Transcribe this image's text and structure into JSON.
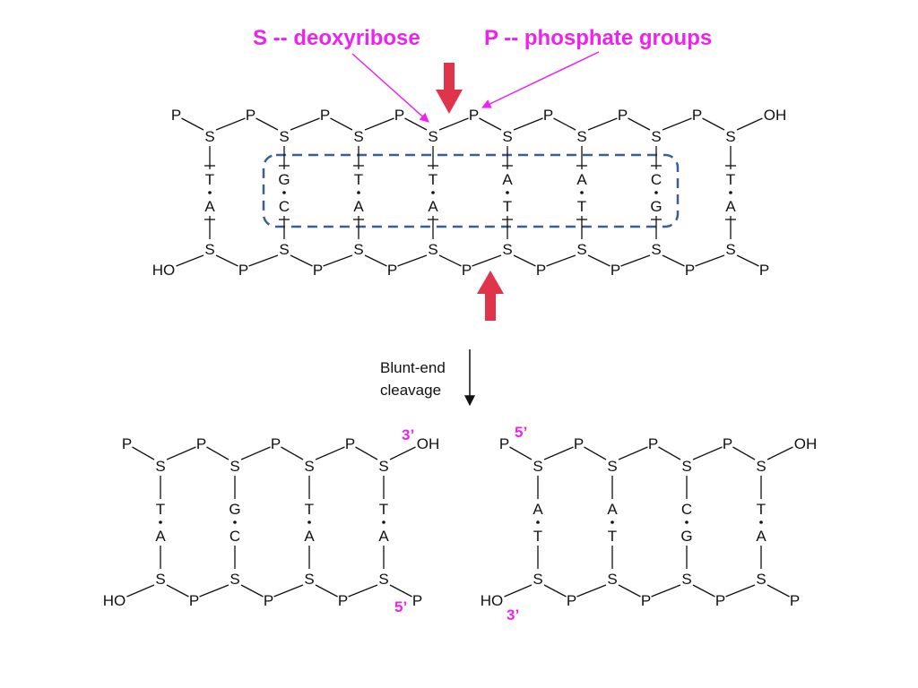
{
  "colors": {
    "annotation": "#ee22ee",
    "cut_arrow": "#e0344a",
    "box": "#3a5f96",
    "ink": "#111111"
  },
  "legend": {
    "s_label": "S -- deoxyribose",
    "p_label": "P -- phosphate groups"
  },
  "atoms": {
    "sugar": "S",
    "phosphate": "P",
    "hydroxyl": "OH",
    "hydroxyl_left": "HO"
  },
  "original": {
    "top_bases": [
      "T",
      "G",
      "T",
      "T",
      "A",
      "A",
      "C",
      "T"
    ],
    "bottom_bases": [
      "A",
      "C",
      "A",
      "A",
      "T",
      "T",
      "G",
      "A"
    ]
  },
  "process": {
    "line1": "Blunt-end",
    "line2": "cleavage"
  },
  "left_fragment": {
    "top_bases": [
      "T",
      "G",
      "T",
      "T"
    ],
    "bottom_bases": [
      "A",
      "C",
      "A",
      "A"
    ],
    "prime_top": "3’",
    "prime_bottom": "5’"
  },
  "right_fragment": {
    "top_bases": [
      "A",
      "A",
      "C",
      "T"
    ],
    "bottom_bases": [
      "T",
      "T",
      "G",
      "A"
    ],
    "prime_top": "5’",
    "prime_bottom": "3’"
  }
}
